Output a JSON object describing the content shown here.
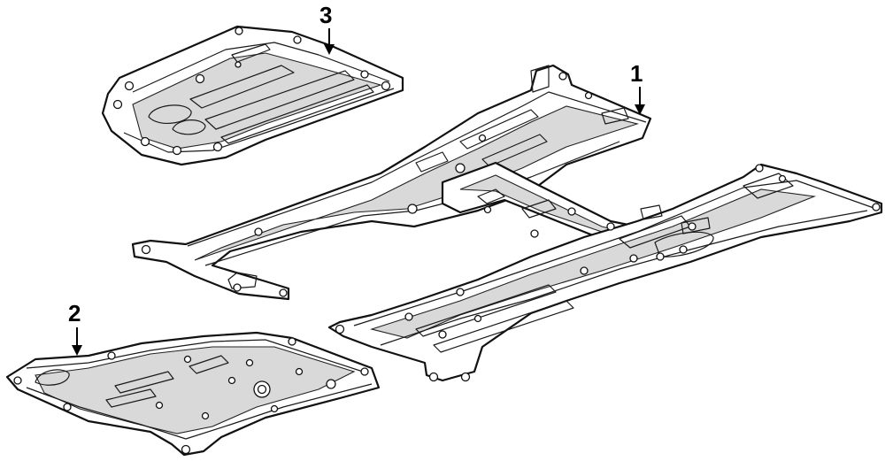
{
  "callouts": {
    "part_1": "1",
    "part_2": "2",
    "part_3": "3"
  },
  "colors": {
    "line": "#111111",
    "shade": "#d9d9d9",
    "background": "#ffffff"
  }
}
